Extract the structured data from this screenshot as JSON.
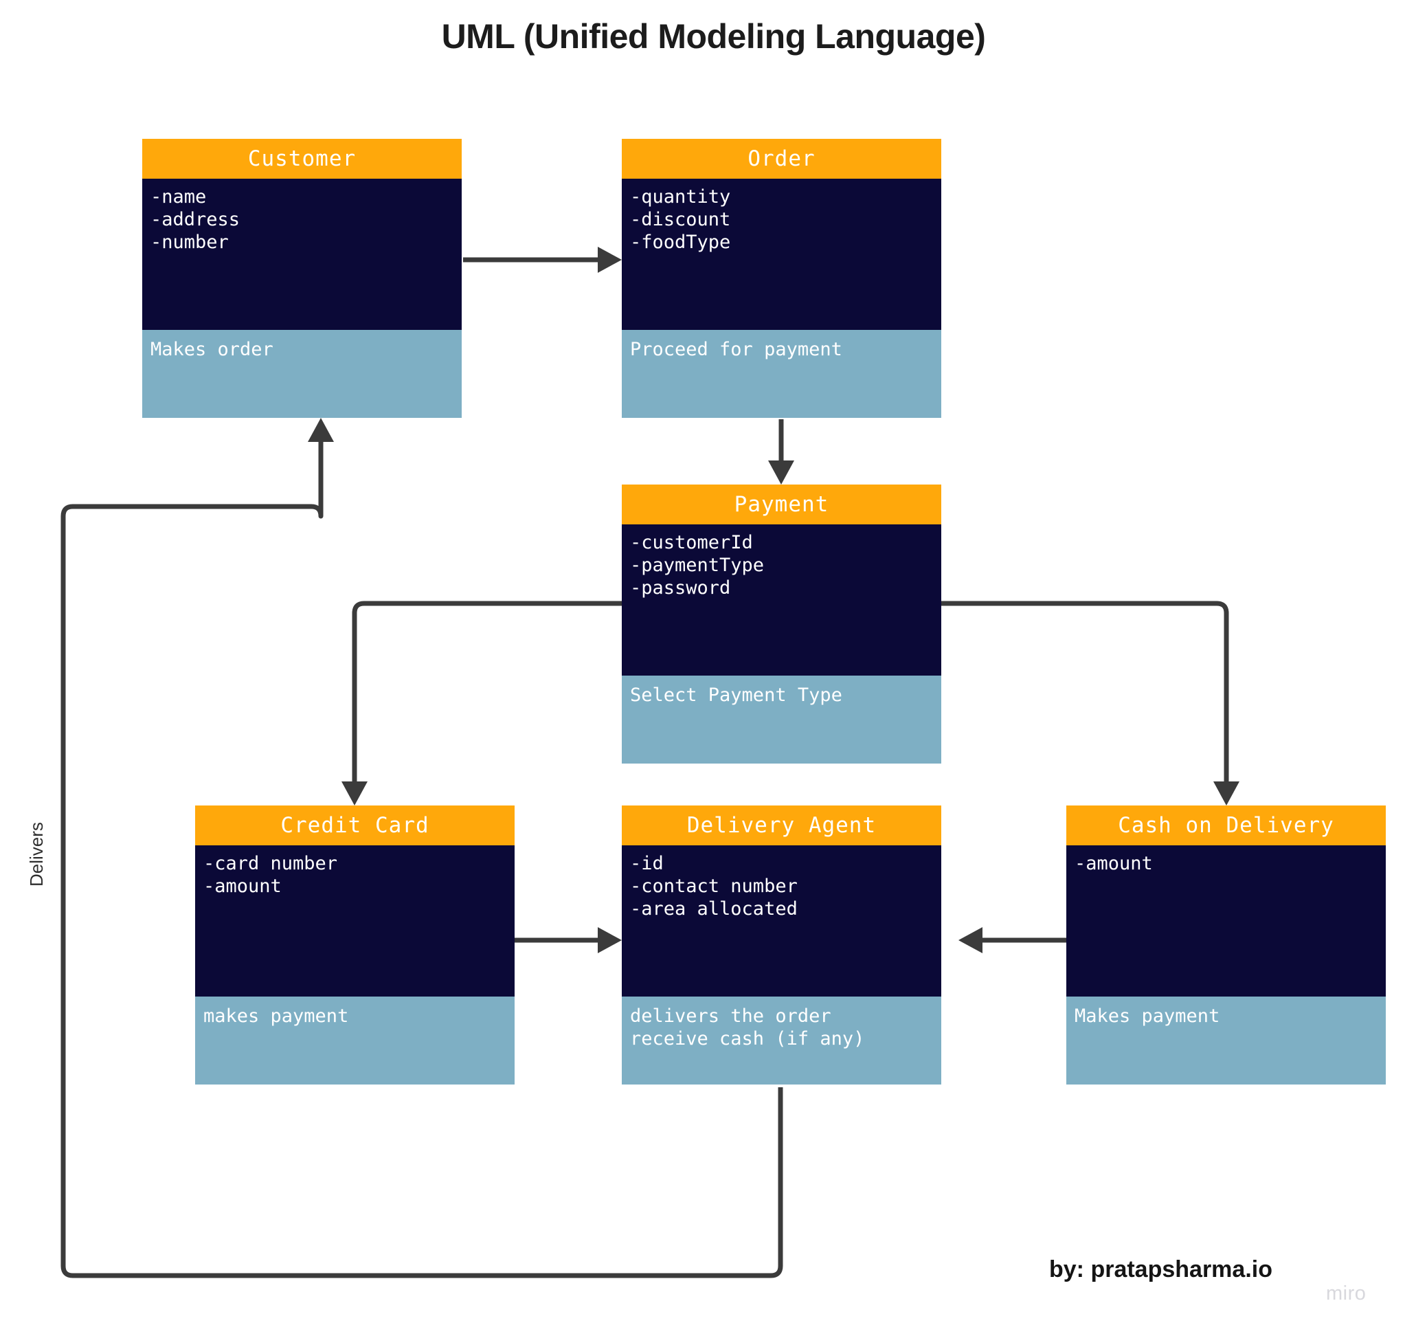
{
  "title": "UML (Unified Modeling Language)",
  "byline": "by: pratapsharma.io",
  "watermark": "miro",
  "colors": {
    "header": "#ffa80b",
    "body": "#0b0937",
    "footer": "#7eafc4",
    "edge": "#3b3b3b",
    "title_text": "#1c1c1c",
    "box_text": "#ffffff",
    "watermark_text": "#d8d8dd"
  },
  "classes": {
    "customer": {
      "name": "Customer",
      "attributes": [
        "-name",
        "-address",
        "-number"
      ],
      "operations": [
        "Makes order"
      ]
    },
    "order": {
      "name": "Order",
      "attributes": [
        "-quantity",
        "-discount",
        "-foodType"
      ],
      "operations": [
        "Proceed for payment"
      ]
    },
    "payment": {
      "name": "Payment",
      "attributes": [
        "-customerId",
        "-paymentType",
        "-password"
      ],
      "operations": [
        "Select Payment Type"
      ]
    },
    "credit_card": {
      "name": "Credit Card",
      "attributes": [
        "-card number",
        "-amount"
      ],
      "operations": [
        "makes payment"
      ]
    },
    "delivery_agent": {
      "name": "Delivery Agent",
      "attributes": [
        "-id",
        "-contact number",
        "-area allocated"
      ],
      "operations": [
        "delivers the order",
        "receive cash (if any)"
      ]
    },
    "cash_on_delivery": {
      "name": "Cash on Delivery",
      "attributes": [
        "-amount"
      ],
      "operations": [
        "Makes payment"
      ]
    }
  },
  "edges": [
    {
      "id": "customer-to-order",
      "label": "",
      "from": "customer",
      "to": "order"
    },
    {
      "id": "order-to-payment",
      "label": "",
      "from": "order",
      "to": "payment"
    },
    {
      "id": "payment-to-credit-card",
      "label": "",
      "from": "payment",
      "to": "credit_card"
    },
    {
      "id": "payment-to-cash-on-delivery",
      "label": "",
      "from": "payment",
      "to": "cash_on_delivery"
    },
    {
      "id": "credit-card-to-delivery-agent",
      "label": "",
      "from": "credit_card",
      "to": "delivery_agent"
    },
    {
      "id": "cash-on-delivery-to-delivery-agent",
      "label": "",
      "from": "cash_on_delivery",
      "to": "delivery_agent"
    },
    {
      "id": "delivery-agent-to-customer",
      "label": "Delivers",
      "from": "delivery_agent",
      "to": "customer"
    }
  ],
  "delivers_label": "Delivers"
}
